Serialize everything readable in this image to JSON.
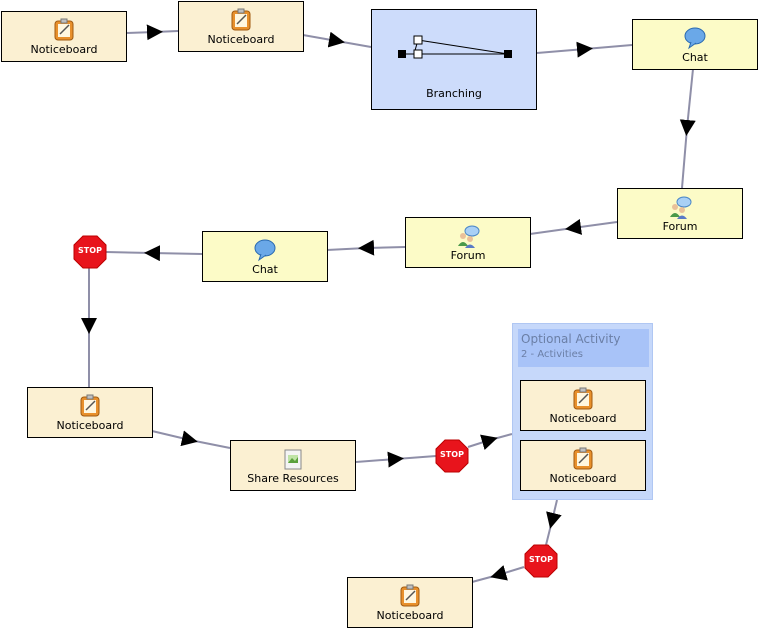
{
  "diagram": {
    "nodes": {
      "n1": {
        "label": "Noticeboard",
        "type": "noticeboard"
      },
      "n2": {
        "label": "Noticeboard",
        "type": "noticeboard"
      },
      "branch": {
        "label": "Branching",
        "type": "branching"
      },
      "chat1": {
        "label": "Chat",
        "type": "chat"
      },
      "forum1": {
        "label": "Forum",
        "type": "forum"
      },
      "forum2": {
        "label": "Forum",
        "type": "forum"
      },
      "chat2": {
        "label": "Chat",
        "type": "chat"
      },
      "n3": {
        "label": "Noticeboard",
        "type": "noticeboard"
      },
      "share": {
        "label": "Share Resources",
        "type": "share-resources"
      },
      "opt_n1": {
        "label": "Noticeboard",
        "type": "noticeboard"
      },
      "opt_n2": {
        "label": "Noticeboard",
        "type": "noticeboard"
      },
      "n_last": {
        "label": "Noticeboard",
        "type": "noticeboard"
      }
    },
    "optional": {
      "title": "Optional Activity",
      "subtitle": "2 - Activities"
    },
    "stop_label": "STOP",
    "colors": {
      "connector": "#8f8fa8",
      "noticeboard_fill": "#fbf0d2",
      "chat_fill": "#fcfbc7",
      "branching_fill": "#cddcfb",
      "optional_fill": "#c6d8fa",
      "stop_fill": "#e8141c"
    }
  }
}
